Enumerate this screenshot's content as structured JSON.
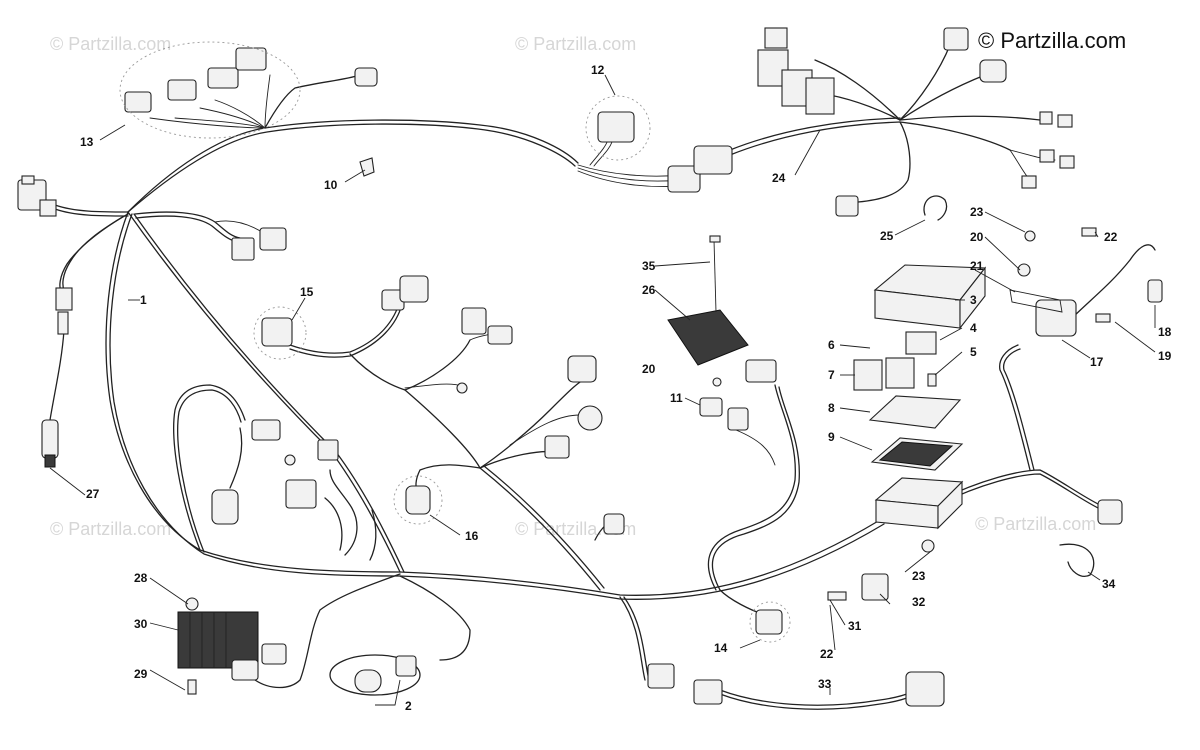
{
  "brand": {
    "text": "© Partzilla.com"
  },
  "watermark": {
    "text": "© Partzilla.com"
  },
  "callouts": [
    {
      "id": "c1",
      "label": "1"
    },
    {
      "id": "c2",
      "label": "2"
    },
    {
      "id": "c3",
      "label": "3"
    },
    {
      "id": "c4",
      "label": "4"
    },
    {
      "id": "c5",
      "label": "5"
    },
    {
      "id": "c6",
      "label": "6"
    },
    {
      "id": "c7",
      "label": "7"
    },
    {
      "id": "c8",
      "label": "8"
    },
    {
      "id": "c9",
      "label": "9"
    },
    {
      "id": "c10",
      "label": "10"
    },
    {
      "id": "c11",
      "label": "11"
    },
    {
      "id": "c12",
      "label": "12"
    },
    {
      "id": "c13",
      "label": "13"
    },
    {
      "id": "c14",
      "label": "14"
    },
    {
      "id": "c15",
      "label": "15"
    },
    {
      "id": "c16",
      "label": "16"
    },
    {
      "id": "c17",
      "label": "17"
    },
    {
      "id": "c18",
      "label": "18"
    },
    {
      "id": "c19",
      "label": "19"
    },
    {
      "id": "c20a",
      "label": "20"
    },
    {
      "id": "c20b",
      "label": "20"
    },
    {
      "id": "c21",
      "label": "21"
    },
    {
      "id": "c22a",
      "label": "22"
    },
    {
      "id": "c22b",
      "label": "22"
    },
    {
      "id": "c23a",
      "label": "23"
    },
    {
      "id": "c23b",
      "label": "23"
    },
    {
      "id": "c24",
      "label": "24"
    },
    {
      "id": "c25",
      "label": "25"
    },
    {
      "id": "c26",
      "label": "26"
    },
    {
      "id": "c27",
      "label": "27"
    },
    {
      "id": "c28",
      "label": "28"
    },
    {
      "id": "c29",
      "label": "29"
    },
    {
      "id": "c30",
      "label": "30"
    },
    {
      "id": "c31",
      "label": "31"
    },
    {
      "id": "c32",
      "label": "32"
    },
    {
      "id": "c33",
      "label": "33"
    },
    {
      "id": "c34",
      "label": "34"
    },
    {
      "id": "c35",
      "label": "35"
    }
  ]
}
